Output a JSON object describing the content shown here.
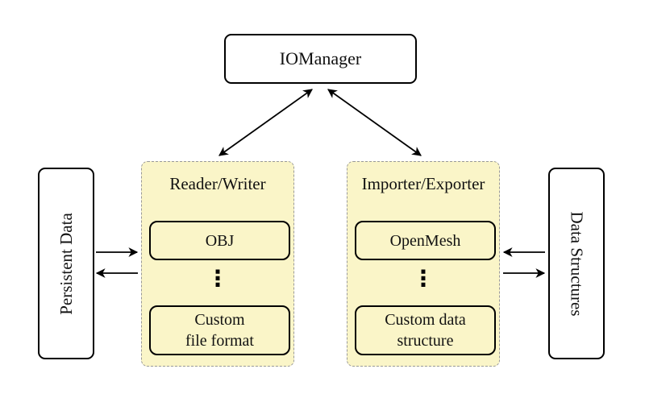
{
  "colors": {
    "background": "#ffffff",
    "group_fill": "#faf5c8",
    "group_border": "#999999",
    "box_border": "#000000",
    "arrow": "#000000"
  },
  "io_manager": {
    "label": "IOManager"
  },
  "left_side_box": {
    "label": "Persistent Data"
  },
  "right_side_box": {
    "label": "Data Structures"
  },
  "reader_writer": {
    "label": "Reader/Writer",
    "top_item": {
      "label": "OBJ"
    },
    "bottom_item": {
      "lines": [
        "Custom",
        "file format"
      ]
    }
  },
  "importer_exporter": {
    "label": "Importer/Exporter",
    "top_item": {
      "label": "OpenMesh"
    },
    "bottom_item": {
      "lines": [
        "Custom data",
        "structure"
      ]
    }
  },
  "icons": {
    "vdots": "⋮"
  }
}
